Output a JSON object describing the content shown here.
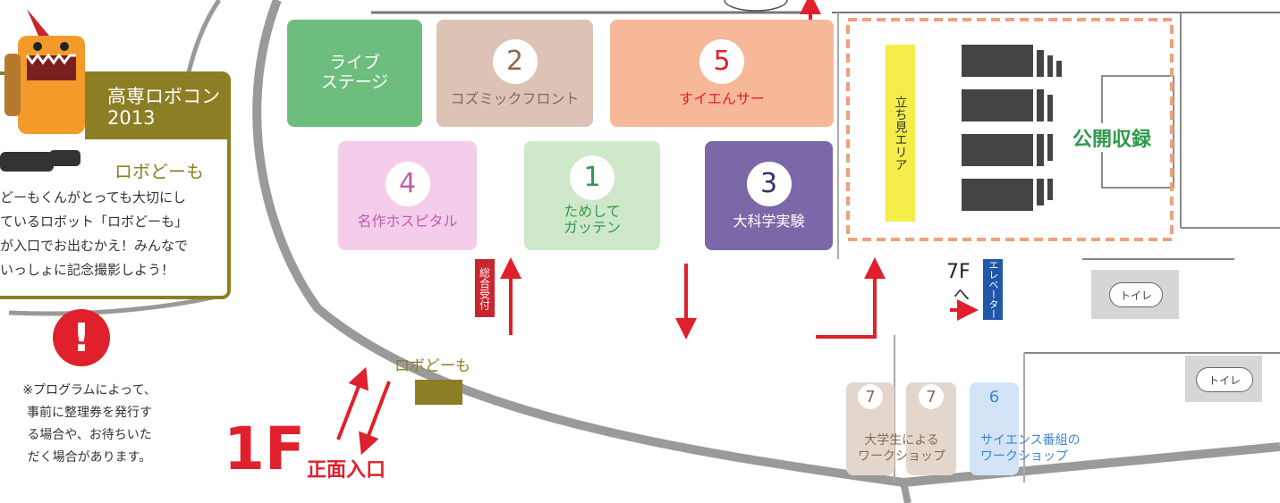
{
  "callout": {
    "title_line1": "高専ロボコン",
    "title_line2": "2013",
    "robot_name": "ロボどーも",
    "desc_lines": [
      "どーもくんがとっても大切にし",
      "ているロボット「ロボどーも」",
      "が入口でお出むかえ！みんなで",
      "いっしょに記念撮影しよう！"
    ],
    "colors": {
      "olive": "#8c7e24",
      "red": "#e0202c"
    }
  },
  "note": {
    "icon": "exclamation-icon",
    "lines": [
      "※プログラムによって、",
      "事前に整理券を発行す",
      "る場合や、お待ちいた",
      "だく場合があります。"
    ]
  },
  "floor": {
    "level": "1F",
    "entrance": "正面入口",
    "robo_spot_label": "ロボどーも",
    "reception": "総合受付",
    "to_7f_line1": "7F",
    "to_7f_line2": "へ",
    "elevator": "エレベーター",
    "toilet": "トイレ"
  },
  "booths": {
    "live": {
      "label": "ライブステージ",
      "line1": "ライブ",
      "line2": "ステージ",
      "color": "#6cbd7e"
    },
    "b2": {
      "num": "2",
      "label": "コズミックフロント",
      "color": "#dcc3b5"
    },
    "b5": {
      "num": "5",
      "label": "すイエんサー",
      "color": "#f7b89a"
    },
    "b4": {
      "num": "4",
      "label": "名作ホスピタル",
      "color": "#f4cdea"
    },
    "b1": {
      "num": "1",
      "label1": "ためして",
      "label2": "ガッテン",
      "color": "#cfe8c9"
    },
    "b3": {
      "num": "3",
      "label": "大科学実験",
      "color": "#7b68a9"
    },
    "w7a": {
      "num": "7"
    },
    "w7b": {
      "num": "7"
    },
    "w7_label1": "大学生による",
    "w7_label2": "ワークショップ",
    "w6": {
      "num": "6"
    },
    "w6_label1": "サイエンス番組の",
    "w6_label2": "ワークショップ"
  },
  "studio": {
    "standing_area": "立ち見エリア",
    "public_recording": "公開収録"
  }
}
